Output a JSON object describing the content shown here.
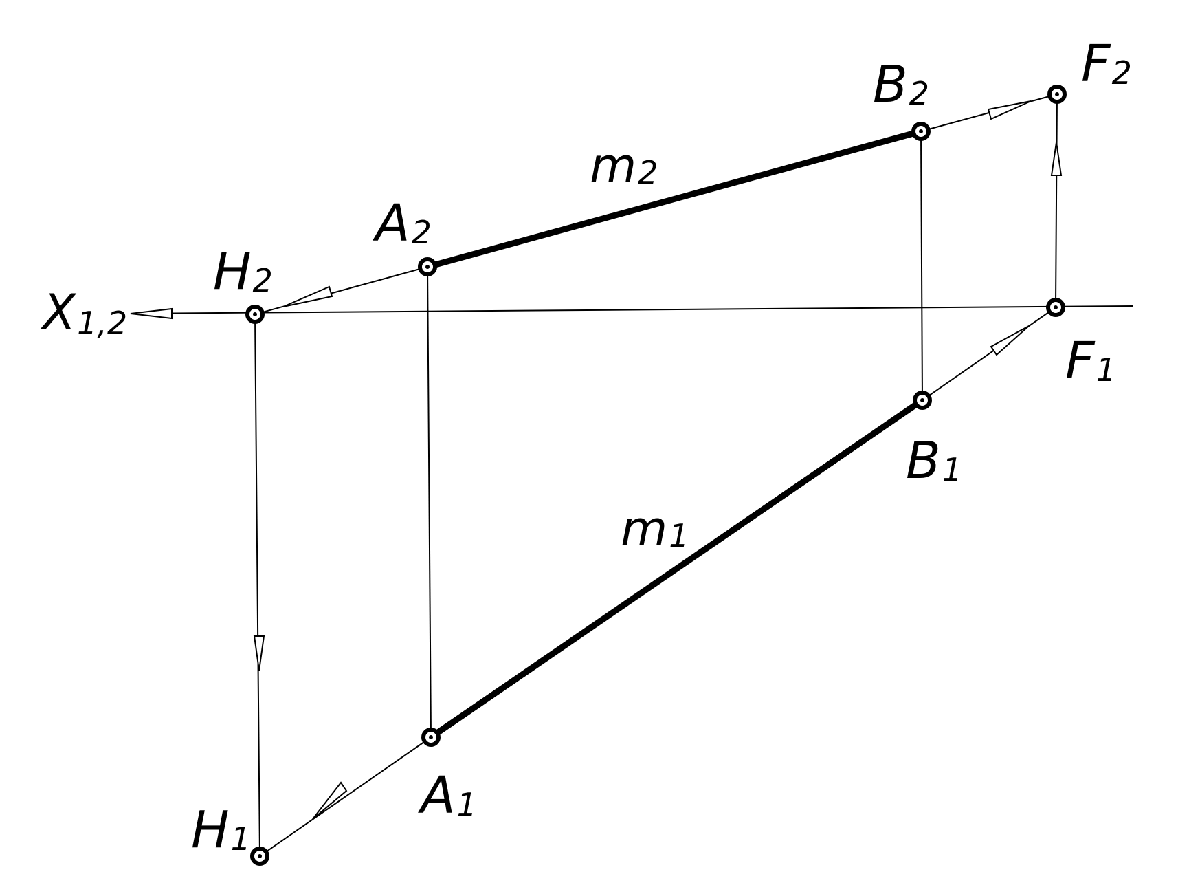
{
  "diagram": {
    "axis_label": "X",
    "axis_subscript": "1,2",
    "line_front_label": "m",
    "line_front_subscript": "2",
    "line_top_label": "m",
    "line_top_subscript": "1",
    "points": {
      "H2": {
        "letter": "H",
        "sub": "2"
      },
      "A2": {
        "letter": "A",
        "sub": "2"
      },
      "B2": {
        "letter": "B",
        "sub": "2"
      },
      "F2": {
        "letter": "F",
        "sub": "2"
      },
      "F1": {
        "letter": "F",
        "sub": "1"
      },
      "B1": {
        "letter": "B",
        "sub": "1"
      },
      "A1": {
        "letter": "A",
        "sub": "1"
      },
      "H1": {
        "letter": "H",
        "sub": "1"
      }
    },
    "colors": {
      "ink": "#000000",
      "background": "#ffffff"
    }
  }
}
